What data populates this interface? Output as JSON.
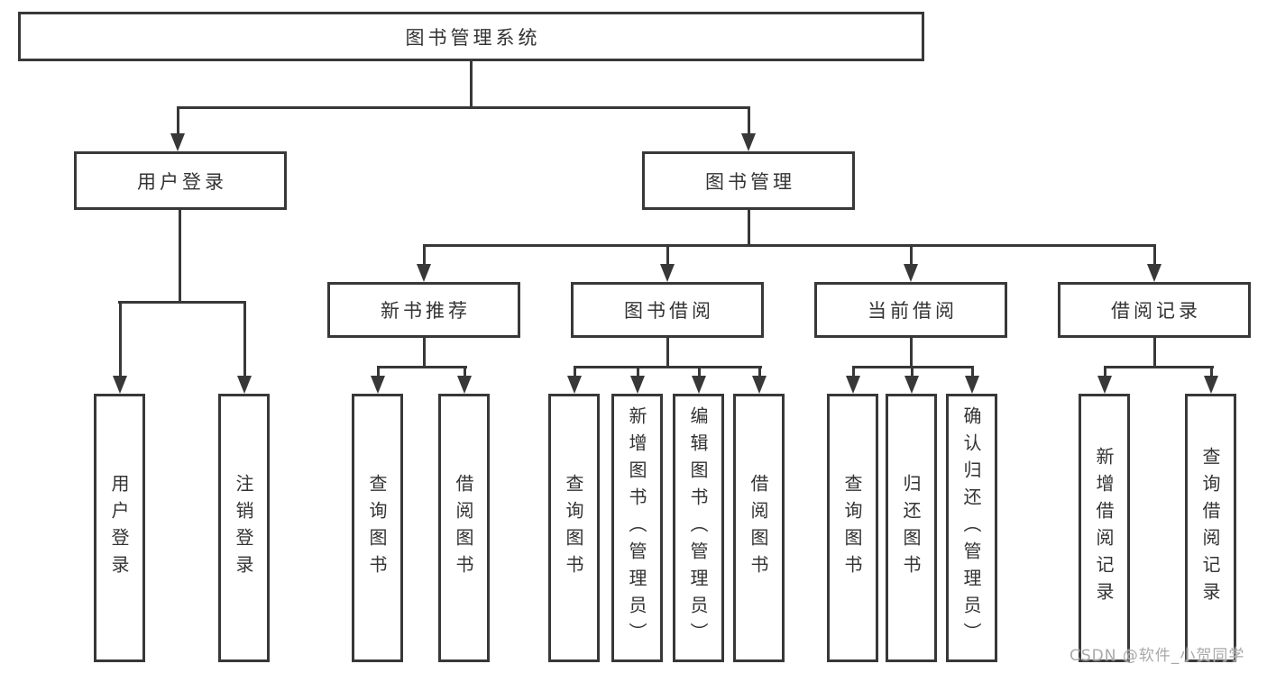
{
  "colors": {
    "line": "#383838",
    "text": "#333333",
    "bg": "#ffffff",
    "watermark": "#a9a9a9"
  },
  "watermark": {
    "text": "CSDN @软件_小贺同学"
  },
  "tree": {
    "root": {
      "label": "图书管理系统",
      "children": [
        {
          "label": "用户登录",
          "children": [
            {
              "label": "用户登录"
            },
            {
              "label": "注销登录"
            }
          ]
        },
        {
          "label": "图书管理",
          "children": [
            {
              "label": "新书推荐",
              "children": [
                {
                  "label": "查询图书"
                },
                {
                  "label": "借阅图书"
                }
              ]
            },
            {
              "label": "图书借阅",
              "children": [
                {
                  "label": "查询图书"
                },
                {
                  "label": "新增图书（管理员）"
                },
                {
                  "label": "编辑图书（管理员）"
                },
                {
                  "label": "借阅图书"
                }
              ]
            },
            {
              "label": "当前借阅",
              "children": [
                {
                  "label": "查询图书"
                },
                {
                  "label": "归还图书"
                },
                {
                  "label": "确认归还（管理员）"
                }
              ]
            },
            {
              "label": "借阅记录",
              "children": [
                {
                  "label": "新增借阅记录"
                },
                {
                  "label": "查询借阅记录"
                }
              ]
            }
          ]
        }
      ]
    }
  }
}
